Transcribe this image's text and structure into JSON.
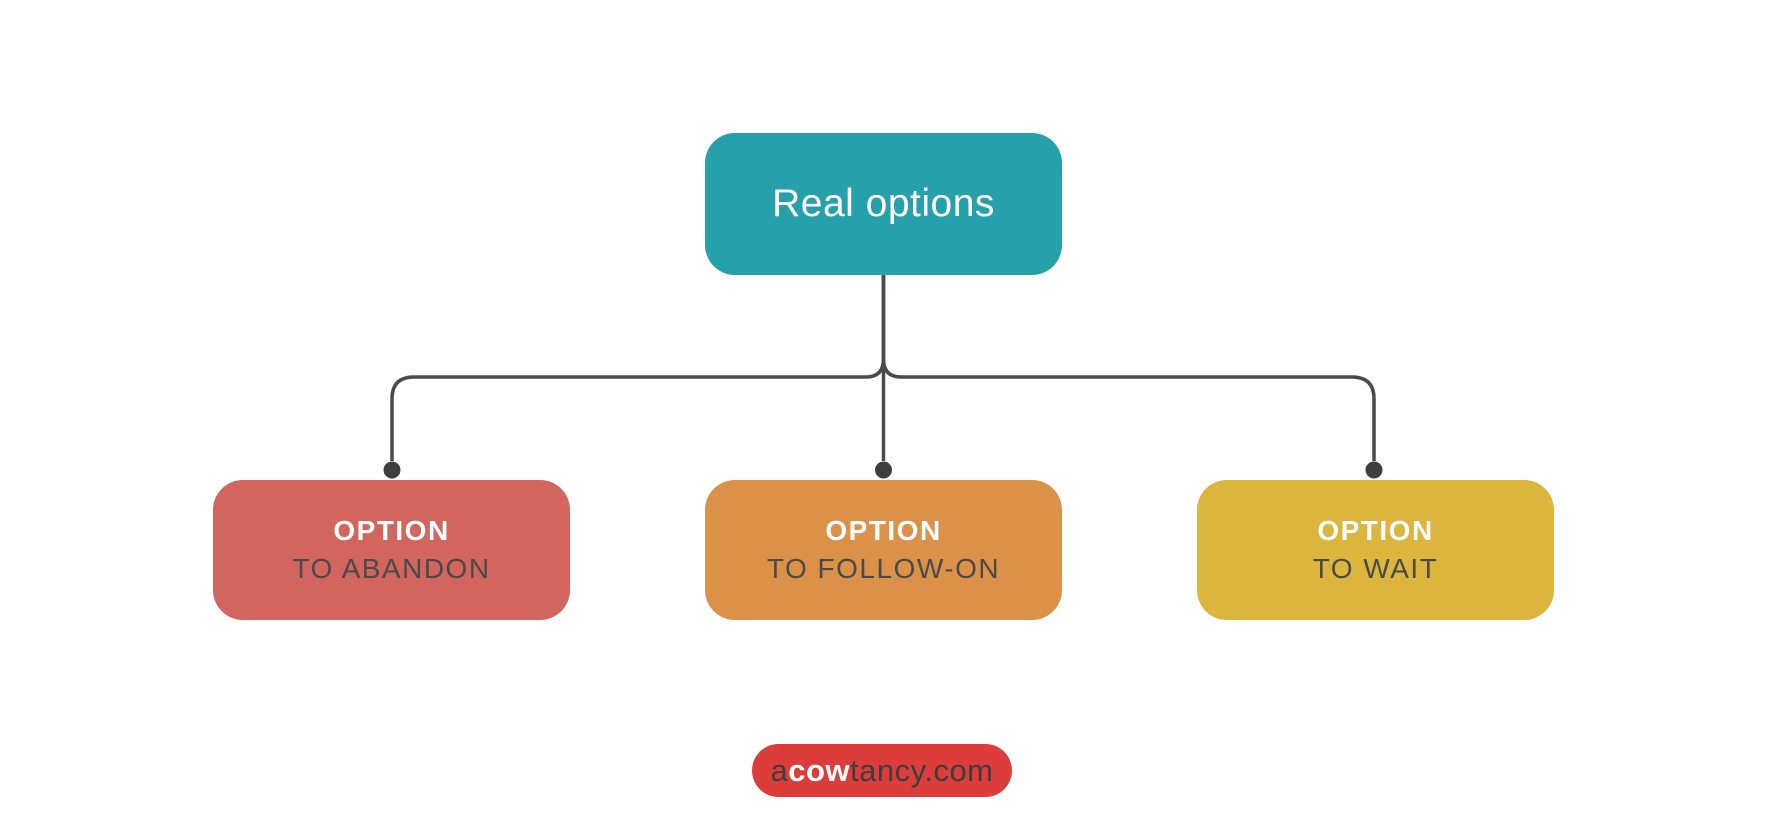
{
  "colors": {
    "root_fill": "#26A0AA",
    "abandon_fill": "#D2655E",
    "follow_on_fill": "#DC9148",
    "wait_fill": "#DBB53C",
    "connector": "#4A4A4A",
    "dot": "#3E3E3E",
    "title_text": "#FFFFFF",
    "subtitle_text": "#4A4A4A",
    "badge_fill": "#DC3C3A",
    "badge_dark_text": "#3E3E3E",
    "badge_bold_text": "#FFFFFF"
  },
  "diagram": {
    "root": {
      "label": "Real options"
    },
    "children": [
      {
        "title": "OPTION",
        "subtitle": "TO ABANDON"
      },
      {
        "title": "OPTION",
        "subtitle": "TO FOLLOW-ON"
      },
      {
        "title": "OPTION",
        "subtitle": "TO WAIT"
      }
    ]
  },
  "footer": {
    "badge": {
      "prefix": "a",
      "highlight": "cow",
      "suffix": "tancy.com"
    }
  }
}
